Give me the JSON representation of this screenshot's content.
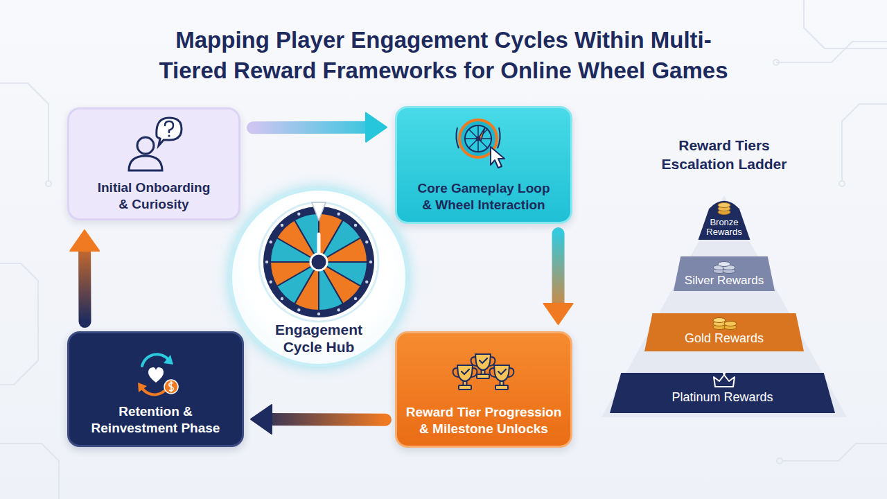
{
  "diagram": {
    "title": "Mapping Player Engagement Cycles Within Multi-Tiered Reward Frameworks for Online Wheel Games",
    "nodes": [
      {
        "text": [
          "Initial Onboarding & Curiosity"
        ]
      },
      {
        "text": [
          "Core Gameplay Loop & Wheel Interaction"
        ]
      },
      {
        "text": [
          "Reward Tier Progression & Milestone Unlocks"
        ]
      },
      {
        "text": [
          "Retention & Reinvestment Phase"
        ]
      },
      {
        "text": [
          "Engagement Cycle Hub"
        ]
      },
      {
        "text": [
          "Bronze Rewards"
        ]
      },
      {
        "text": [
          "Silver Rewards"
        ]
      },
      {
        "text": [
          "Gold Rewards"
        ]
      },
      {
        "text": [
          "Platinum Rewards"
        ]
      }
    ],
    "edges": [
      {
        "from": 0,
        "to": 1,
        "arrow": "to"
      },
      {
        "from": 1,
        "to": 2,
        "arrow": "to"
      },
      {
        "from": 2,
        "to": 3,
        "arrow": "to"
      },
      {
        "from": 3,
        "to": 0,
        "arrow": "to"
      }
    ],
    "labels": [
      "Reward Tiers Escalation Ladder"
    ]
  }
}
